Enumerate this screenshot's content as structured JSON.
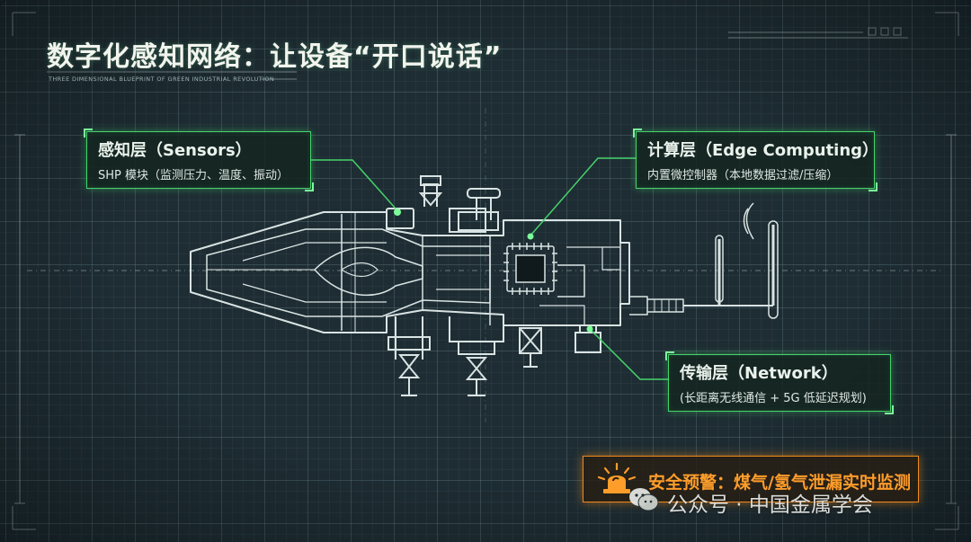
{
  "title": "数字化感知网络：让设备“开口说话”",
  "subtitle": "THREE DIMENSIONAL BLUEPRINT OF GREEN INDUSTRIAL REVOLUTION",
  "callouts": {
    "sensors": {
      "heading": "感知层（Sensors）",
      "desc": "SHP 模块（监测压力、温度、振动）"
    },
    "edge": {
      "heading": "计算层（Edge Computing）",
      "desc": "内置微控制器（本地数据过滤/压缩）"
    },
    "network": {
      "heading": "传输层（Network）",
      "desc": "(长距离无线通信 + 5G 低延迟规划)"
    }
  },
  "alert": {
    "text": "安全预警：煤气/氢气泄漏实时监测",
    "icon": "warning-beacon-icon"
  },
  "watermark": {
    "text": "公众号 · 中国金属学会",
    "icon": "wechat-icon"
  },
  "colors": {
    "accent": "#46d36c",
    "line": "#d6e0e0",
    "alert": "#f08a1e",
    "background": "#1e2d33"
  }
}
